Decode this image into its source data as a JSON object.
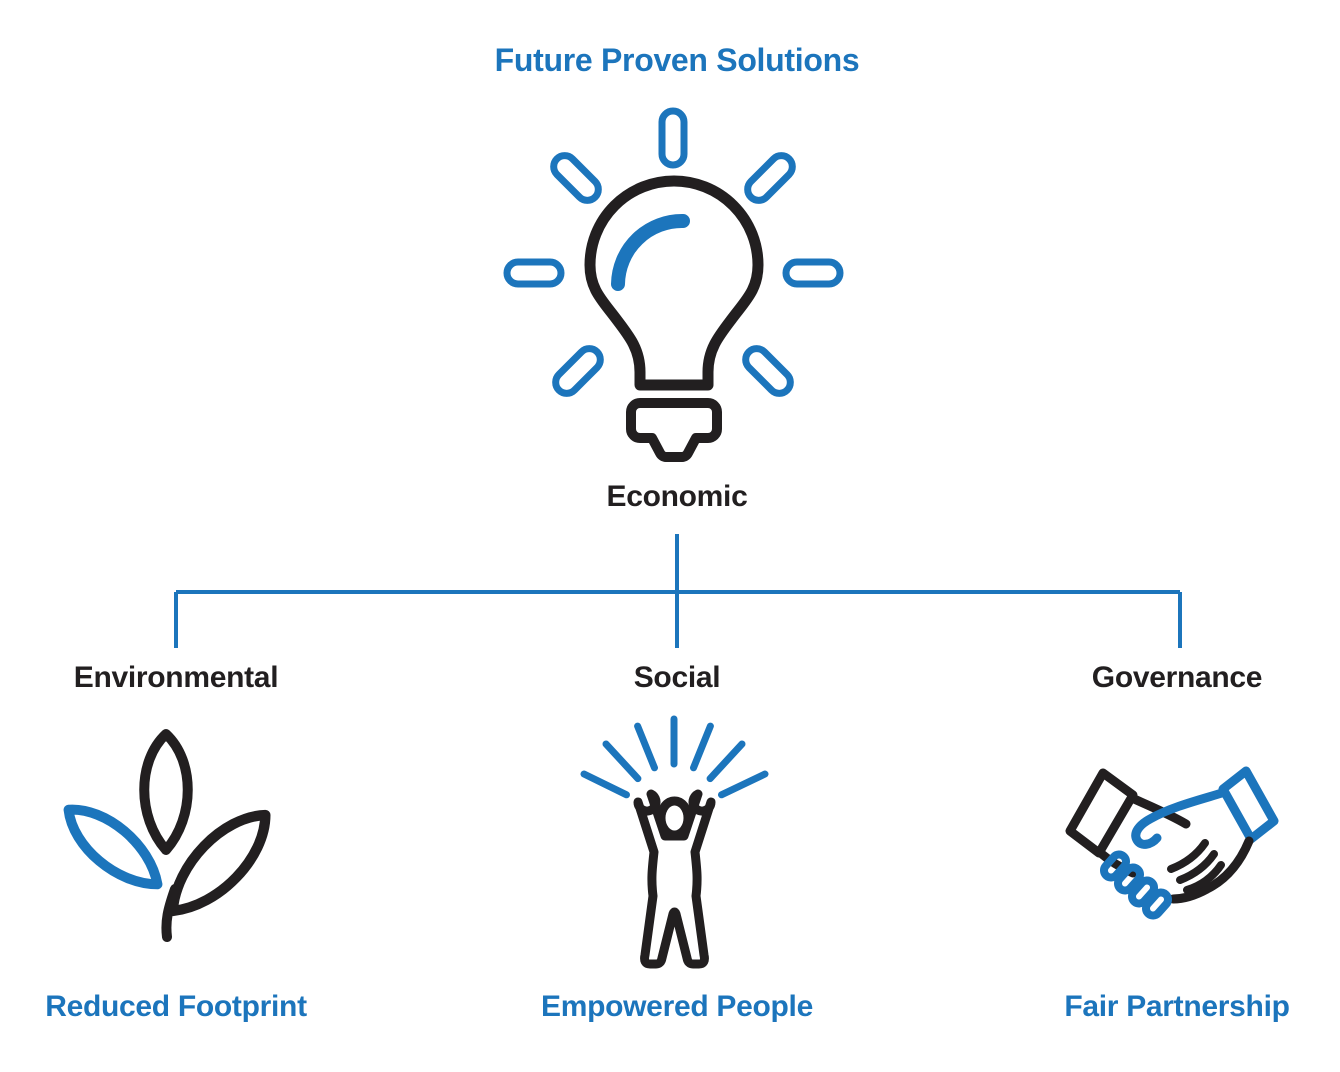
{
  "colors": {
    "blue": "#1c75bc",
    "ink": "#221f20",
    "bg": "#ffffff"
  },
  "title": "Future Proven Solutions",
  "root": {
    "label": "Economic",
    "icon": "lightbulb-rays-icon"
  },
  "branches": [
    {
      "label": "Environmental",
      "icon": "plant-leaves-icon",
      "sublabel": "Reduced Footprint"
    },
    {
      "label": "Social",
      "icon": "person-celebrating-icon",
      "sublabel": "Empowered People"
    },
    {
      "label": "Governance",
      "icon": "handshake-icon",
      "sublabel": "Fair Partnership"
    }
  ]
}
